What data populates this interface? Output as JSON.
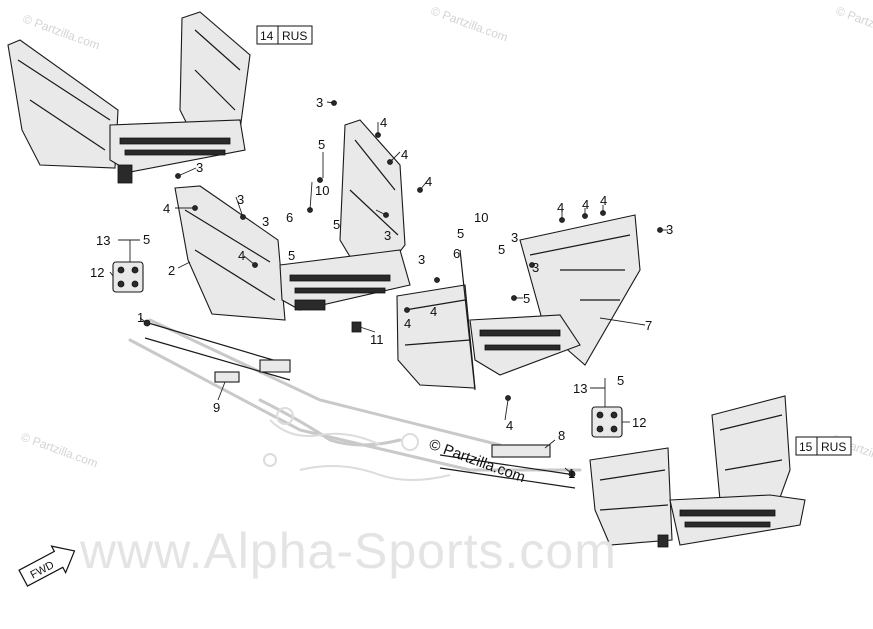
{
  "watermarks": {
    "small": "© Partzilla.com",
    "center": "© Partzilla.com",
    "site": "www.Alpha-Sports.com"
  },
  "direction_badge": "FWD",
  "ref_boxes": [
    {
      "num": "14",
      "code": "RUS"
    },
    {
      "num": "15",
      "code": "RUS"
    }
  ],
  "callouts": [
    "1",
    "2",
    "3",
    "4",
    "5",
    "6",
    "7",
    "8",
    "9",
    "10",
    "11",
    "12",
    "13"
  ]
}
